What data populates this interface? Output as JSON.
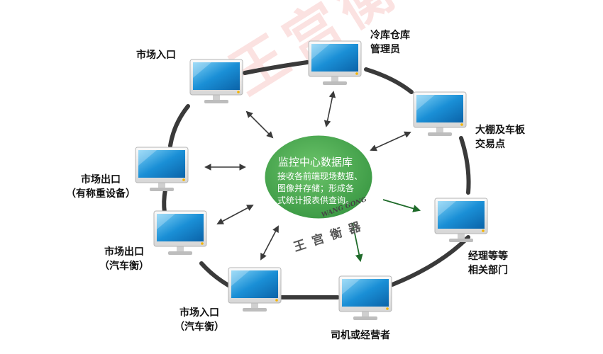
{
  "nodes": [
    {
      "id": "market-entrance-top",
      "lines": [
        "市场入口"
      ]
    },
    {
      "id": "cold-storage",
      "lines": [
        "冷库仓库",
        "管理员"
      ]
    },
    {
      "id": "greenhouse",
      "lines": [
        "大棚及车板",
        "交易点"
      ]
    },
    {
      "id": "market-exit-equip",
      "lines": [
        "市场出口",
        "（有称重设备）"
      ]
    },
    {
      "id": "market-exit-truck",
      "lines": [
        "市场出口",
        "（汽车衡）"
      ]
    },
    {
      "id": "market-entrance-truck",
      "lines": [
        "市场入口",
        "（汽车衡）"
      ]
    },
    {
      "id": "drivers",
      "lines": [
        "司机或经营者"
      ]
    },
    {
      "id": "managers",
      "lines": [
        "经理等等",
        "相关部门"
      ]
    }
  ],
  "center": {
    "title": "监控中心数据库",
    "description": [
      "接收各前端现场数据、",
      "图像并存储；形成各",
      "式统计报表供查询。"
    ]
  },
  "watermark": {
    "big": "王宫衡器",
    "small": "王宫衡器",
    "latin": "WANG GONG"
  },
  "colors": {
    "center_fill": "#4aa84e",
    "ring_stroke": "#3a3a3a",
    "bidirectional_arrow": "#3a3a3a",
    "output_arrow": "#1f6b2a",
    "screen_blue": "#1a8fd6",
    "watermark_red": "#e8534a"
  }
}
